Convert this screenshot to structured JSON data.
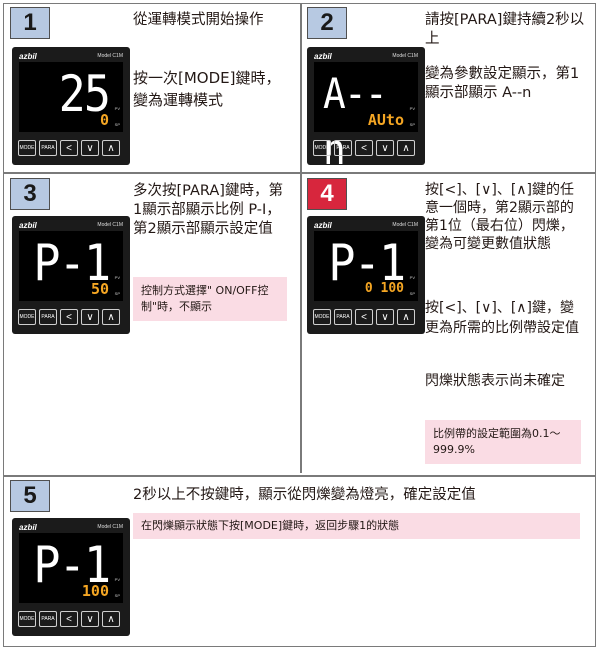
{
  "device": {
    "brand": "azbil",
    "model": "Model C1M",
    "pv_label": "PV",
    "sp_label": "SP",
    "keys": [
      "MODE",
      "PARA",
      "<",
      "∨",
      "∧"
    ]
  },
  "steps": [
    {
      "number": "1",
      "texts": [
        "從運轉模式開始操作",
        "按一次[MODE]鍵時，變為運轉模式"
      ],
      "display": {
        "pv": "25",
        "sv": "0"
      }
    },
    {
      "number": "2",
      "texts": [
        "請按[PARA]鍵持續2秒以上",
        "變為參數設定顯示，第1顯示部顯示 A--n"
      ],
      "display": {
        "pv": "A--n",
        "sv": "AUto"
      }
    },
    {
      "number": "3",
      "texts": [
        "多次按[PARA]鍵時，第1顯示部顯示比例 P-I，第2顯示部顯示設定值"
      ],
      "note": "控制方式選擇\" ON/OFF控制\"時，不顯示",
      "display": {
        "pv": "P-1",
        "sv": "50"
      }
    },
    {
      "number": "4",
      "texts": [
        "按[<]、[∨]、[∧]鍵的任意一個時，第2顯示部的第1位（最右位）閃爍，變為可變更數值狀態",
        "按[<]、[∨]、[∧]鍵，變更為所需的比例帶設定值",
        "閃爍狀態表示尚未確定"
      ],
      "note": "比例帶的設定範圍為0.1～999.9%",
      "display": {
        "pv": "P-1",
        "sv": "0 100"
      }
    },
    {
      "number": "5",
      "texts": [
        "2秒以上不按鍵時，顯示從閃爍變為燈亮，確定設定值"
      ],
      "note": "在閃爍顯示狀態下按[MODE]鍵時，返回步驟1的狀態",
      "display": {
        "pv": "P-1",
        "sv": "100"
      }
    }
  ],
  "colors": {
    "step_badge": "#b7c9e2",
    "step_badge_active": "#d7263d",
    "note_bg": "#fadce4",
    "sv_digits": "#f5a623"
  }
}
